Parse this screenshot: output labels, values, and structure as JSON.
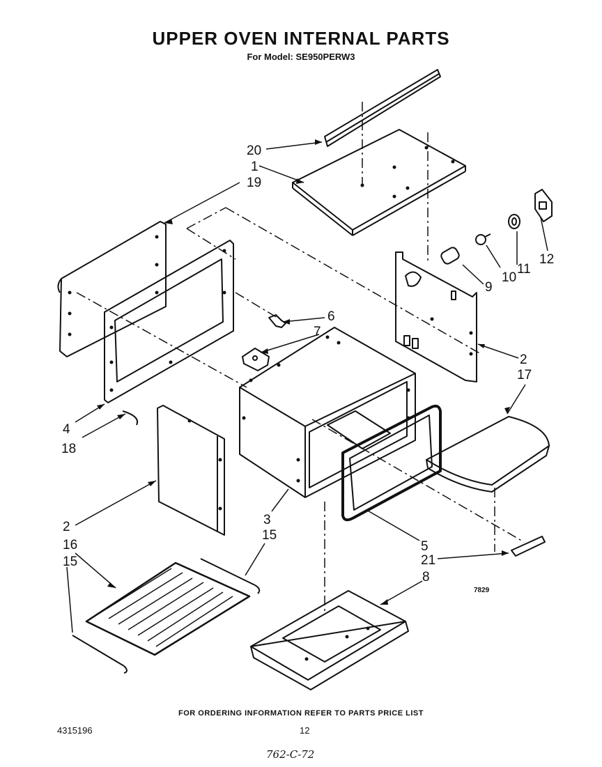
{
  "header": {
    "title": "UPPER OVEN  INTERNAL  PARTS",
    "subtitle": "For Model: SE950PERW3"
  },
  "callouts": {
    "c1": "1",
    "c2a": "2",
    "c2b": "2",
    "c3": "3",
    "c4": "4",
    "c5": "5",
    "c6": "6",
    "c7": "7",
    "c8": "8",
    "c9": "9",
    "c10": "10",
    "c11": "11",
    "c12": "12",
    "c15a": "15",
    "c15b": "15",
    "c16": "16",
    "c17": "17",
    "c18": "18",
    "c19": "19",
    "c20": "20",
    "c21": "21"
  },
  "figure_code": "7829",
  "footer": {
    "ordering_info": "FOR ORDERING INFORMATION REFER TO PARTS PRICE LIST",
    "document_number": "4315196",
    "page_number": "12",
    "handwritten_note": "762-C-72"
  }
}
